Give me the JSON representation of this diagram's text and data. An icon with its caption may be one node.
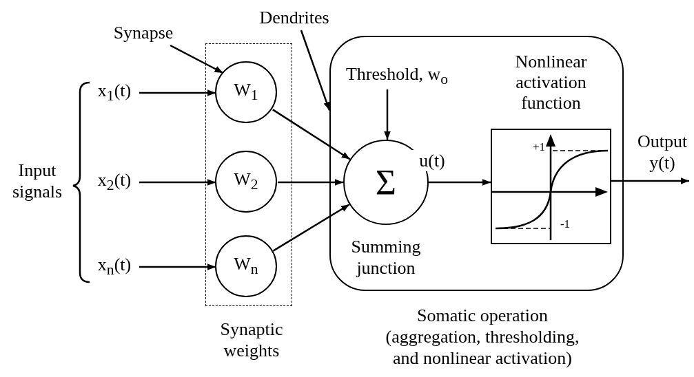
{
  "diagram": {
    "nodes": [
      {
        "text": [
          "x$_{1}$(t)"
        ]
      },
      {
        "text": [
          "x$_{2}$(t)"
        ]
      },
      {
        "text": [
          "x$_{n}$(t)"
        ]
      },
      {
        "text": [],
        "shape": "box",
        "beside": [
          "Synaptic weights"
        ]
      },
      {
        "text": [
          "W$_{1}$"
        ],
        "in": 3
      },
      {
        "text": [
          "W$_{2}$"
        ],
        "in": 3
      },
      {
        "text": [
          "W$_{n}$"
        ],
        "in": 3
      },
      {
        "text": [],
        "shape": "box",
        "beside": [
          "Somatic operation (aggregation, thresholding, and nonlinear activation)"
        ]
      },
      {
        "text": [
          "Threshold, w$_{o}$"
        ],
        "in": 7
      },
      {
        "text": [
          "Σ"
        ],
        "in": 7,
        "beside": [
          "Summing junction"
        ]
      },
      {
        "text": [
          "Nonlinear activation function",
          "+1",
          "-1"
        ],
        "in": 7
      },
      {
        "text": [
          "Synapse"
        ]
      },
      {
        "text": [
          "Dendrites"
        ]
      }
    ],
    "edges": [
      {
        "from": 0,
        "to": 4,
        "arrow": "to"
      },
      {
        "from": 1,
        "to": 5,
        "arrow": "to"
      },
      {
        "from": 2,
        "to": 6,
        "arrow": "to"
      },
      {
        "from": 4,
        "to": 9,
        "arrow": "to"
      },
      {
        "from": 5,
        "to": 9,
        "arrow": "to"
      },
      {
        "from": 6,
        "to": 9,
        "arrow": "to"
      },
      {
        "from": 8,
        "to": 9,
        "arrow": "to"
      },
      {
        "from": 9,
        "to": 10,
        "arrow": "to",
        "label": "u(t)"
      },
      {
        "from": 10,
        "to": null,
        "arrow": "to",
        "label": "Output y(t)"
      },
      {
        "from": 11,
        "to": 4,
        "arrow": "to"
      },
      {
        "from": 12,
        "to": 7,
        "arrow": "to"
      }
    ],
    "labels": [
      "Input signals"
    ]
  }
}
